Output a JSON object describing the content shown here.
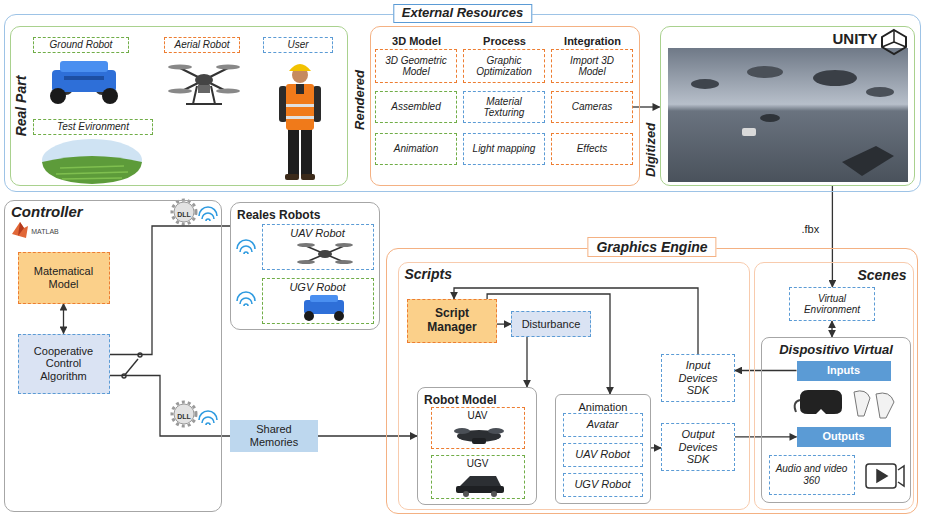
{
  "diagram": {
    "nodes": [
      {
        "text": [
          "External Resources"
        ]
      },
      {
        "text": [
          "Real Part"
        ],
        "in": 0
      },
      {
        "text": [
          "Ground Robot"
        ],
        "in": 1
      },
      {
        "text": [
          "Aerial Robot"
        ],
        "in": 1
      },
      {
        "text": [
          "User"
        ],
        "in": 1
      },
      {
        "text": [
          "Test Evironment"
        ],
        "in": 1
      },
      {
        "text": [
          "3D Model",
          "Process",
          "Integration"
        ],
        "in": 0
      },
      {
        "text": [
          "3D Geometric Model"
        ],
        "in": 6
      },
      {
        "text": [
          "Assembled"
        ],
        "in": 6
      },
      {
        "text": [
          "Animation"
        ],
        "in": 6
      },
      {
        "text": [
          "Graphic Optimization"
        ],
        "in": 6
      },
      {
        "text": [
          "Material Texturing"
        ],
        "in": 6
      },
      {
        "text": [
          "Light mapping"
        ],
        "in": 6
      },
      {
        "text": [
          "Import 3D Model"
        ],
        "in": 6
      },
      {
        "text": [
          "Cameras"
        ],
        "in": 6
      },
      {
        "text": [
          "Effects"
        ],
        "in": 6
      },
      {
        "text": [
          "UNITY"
        ],
        "in": 0
      },
      {
        "text": [
          "Controller"
        ]
      },
      {
        "text": [
          "Matematical Model"
        ],
        "in": 17
      },
      {
        "text": [
          "Cooperative Control Algorithm"
        ],
        "in": 17
      },
      {
        "text": [
          "Reales Robots"
        ]
      },
      {
        "text": [
          "UAV Robot"
        ],
        "in": 20
      },
      {
        "text": [
          "UGV Robot"
        ],
        "in": 20
      },
      {
        "text": [
          "Shared Memories"
        ]
      },
      {
        "text": [
          "Graphics Engine"
        ]
      },
      {
        "text": [
          "Scripts"
        ],
        "in": 24
      },
      {
        "text": [
          "Script Manager"
        ],
        "in": 25
      },
      {
        "text": [
          "Disturbance"
        ],
        "in": 25
      },
      {
        "text": [
          "Robot Model"
        ],
        "in": 25
      },
      {
        "text": [
          "UAV"
        ],
        "in": 28
      },
      {
        "text": [
          "UGV"
        ],
        "in": 28
      },
      {
        "text": [
          "Animation"
        ],
        "in": 25
      },
      {
        "text": [
          "Avatar"
        ],
        "in": 31
      },
      {
        "text": [
          "UAV Robot"
        ],
        "in": 31
      },
      {
        "text": [
          "UGV Robot"
        ],
        "in": 31
      },
      {
        "text": [
          "Input Devices SDK"
        ],
        "in": 25
      },
      {
        "text": [
          "Output Devices SDK"
        ],
        "in": 25
      },
      {
        "text": [
          "Scenes"
        ],
        "in": 24
      },
      {
        "text": [
          "Virtual Environment"
        ],
        "in": 37
      },
      {
        "text": [
          "Dispositivo Virtual"
        ],
        "in": 37
      },
      {
        "text": [
          "Inputs"
        ],
        "in": 39
      },
      {
        "text": [
          "Outputs"
        ],
        "in": 39
      },
      {
        "text": [
          "Audio and video 360"
        ],
        "in": 39
      }
    ],
    "edges": [
      {
        "from": 14,
        "to": 16,
        "arrow": "to"
      },
      {
        "from": 16,
        "to": 38,
        "label": ".fbx",
        "arrow": "to"
      },
      {
        "from": 18,
        "to": 19,
        "arrow": "both"
      },
      {
        "from": 19,
        "to": 20,
        "arrow": "none"
      },
      {
        "from": 19,
        "to": 23,
        "arrow": "none"
      },
      {
        "from": 23,
        "to": 28,
        "arrow": "to"
      },
      {
        "from": 26,
        "to": 27,
        "arrow": "to"
      },
      {
        "from": 27,
        "to": 28,
        "arrow": "to"
      },
      {
        "from": 35,
        "to": 26,
        "arrow": "to"
      },
      {
        "from": 26,
        "to": 31,
        "arrow": "to"
      },
      {
        "from": 40,
        "to": 35,
        "arrow": "to"
      },
      {
        "from": 31,
        "to": 36,
        "arrow": "to"
      },
      {
        "from": 36,
        "to": 41,
        "arrow": "to"
      },
      {
        "from": 38,
        "to": 39,
        "arrow": "both"
      }
    ],
    "labels": [
      "Rendered",
      "Digitized",
      "MATLAB",
      "DLL",
      "DLL"
    ]
  }
}
